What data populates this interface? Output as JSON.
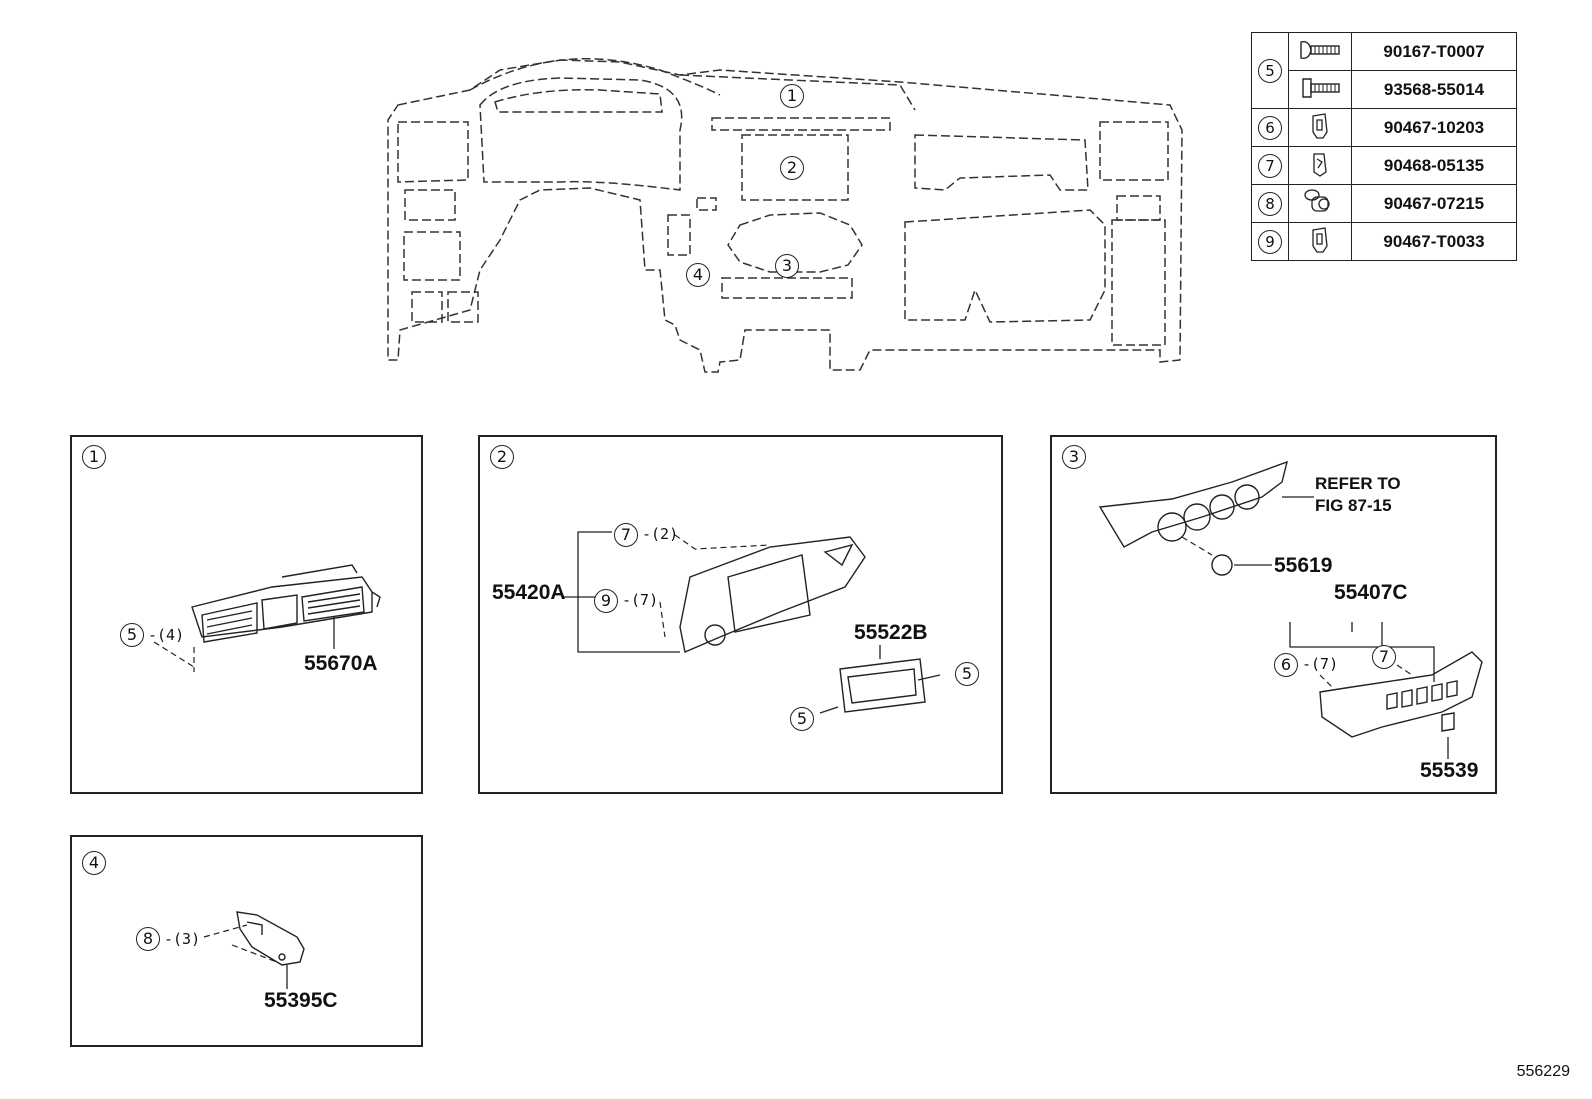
{
  "overview": {
    "callouts": [
      "1",
      "2",
      "3",
      "4"
    ]
  },
  "fastener_table": [
    {
      "ref": "5",
      "icon": "screw-icon",
      "part": "90167-T0007"
    },
    {
      "ref": "",
      "icon": "bolt-icon",
      "part": "93568-55014"
    },
    {
      "ref": "6",
      "icon": "clip-icon",
      "part": "90467-10203"
    },
    {
      "ref": "7",
      "icon": "clip-icon",
      "part": "90468-05135"
    },
    {
      "ref": "8",
      "icon": "push-rivet-icon",
      "part": "90467-07215"
    },
    {
      "ref": "9",
      "icon": "clip-icon",
      "part": "90467-T0033"
    }
  ],
  "panel1": {
    "ref": "1",
    "part": "55670A",
    "fastener_ref": "5",
    "fastener_qty": "-(4)"
  },
  "panel2": {
    "ref": "2",
    "main_part": "55420A",
    "sub_part": "55522B",
    "clip_ref": "7",
    "clip_qty": "-(2)",
    "clip2_ref": "9",
    "clip2_qty": "-(7)",
    "screw_ref_a": "5",
    "screw_ref_b": "5"
  },
  "panel3": {
    "ref": "3",
    "note_line1": "REFER TO",
    "note_line2": "FIG 87-15",
    "knob_part": "55619",
    "panel_part": "55407C",
    "switch_part": "55539",
    "clip_ref": "6",
    "clip_qty": "-(7)",
    "clip2_ref": "7"
  },
  "panel4": {
    "ref": "4",
    "part": "55395C",
    "fastener_ref": "8",
    "fastener_qty": "-(3)"
  },
  "drawing_code": "556229"
}
